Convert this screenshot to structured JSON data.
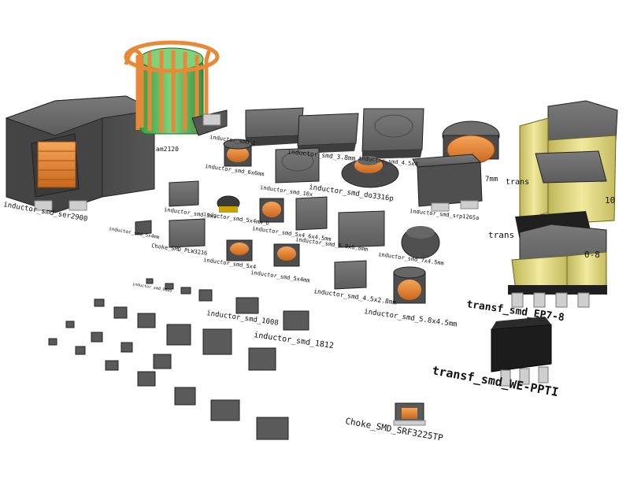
{
  "labels": {
    "ser2900": "inductor_smd_ser2900",
    "am2120": "am2120",
    "smd_1": "inductor_smd_1",
    "smd_3_8mm": "inductor_smd_3.8mm",
    "smd_4_5x4": "inductor_smd_4.5x4",
    "smd_7mm": "7mm",
    "smd_6x6mm": "inductor_smd_6x6mm",
    "smd_10x": "inductor_smd_10x",
    "do3316p": "inductor_smd_do3316p",
    "srp1265a": "inductor_smd_srp1265a",
    "smd_3x3": "inductor_smd_3x3",
    "smd_5x4": "inductor_smd_5x4mm_b",
    "smd_5x4_6": "inductor_smd_5x4_6x4.5mm",
    "smd_6_8mm": "inductor_smd_6.8x6.8mm",
    "smd_7x4_5": "inductor_smd_7x4.5mm",
    "smd_5x4mm": "inductor_smd_5x4mm",
    "choke_lps": "Choke_SMD_PLW3216",
    "smd_5x4_b": "inductor_smd_5x4",
    "smd_5x4mm_c": "inductor_smd_5x4mm",
    "smd_4x2": "inductor_smd_4.5x2.8mm",
    "smd_5_8x4_5": "inductor_smd_5.8x4.5mm",
    "smd_0805": "inductor_smd_0805",
    "smd_1008": "inductor_smd_1008",
    "smd_1812": "inductor_smd_1812",
    "choke_srf": "Choke_SMD_SRF3225TP",
    "transf_10": "10",
    "transf_8": "0-8",
    "transf_ep7": "transf_smd_EP7-8",
    "transf_we": "transf_smd_WE-PPTI",
    "transf_a": "trans",
    "transf_b": "trans"
  },
  "colors": {
    "body_dark": "#5a5a5a",
    "body_top": "#6e6e6e",
    "copper": "#e8893a",
    "green_core": "#6cc46a",
    "yellow_tape": "#e9e08a",
    "pad": "#cfcfcf",
    "black_body": "#1c1c1c"
  }
}
